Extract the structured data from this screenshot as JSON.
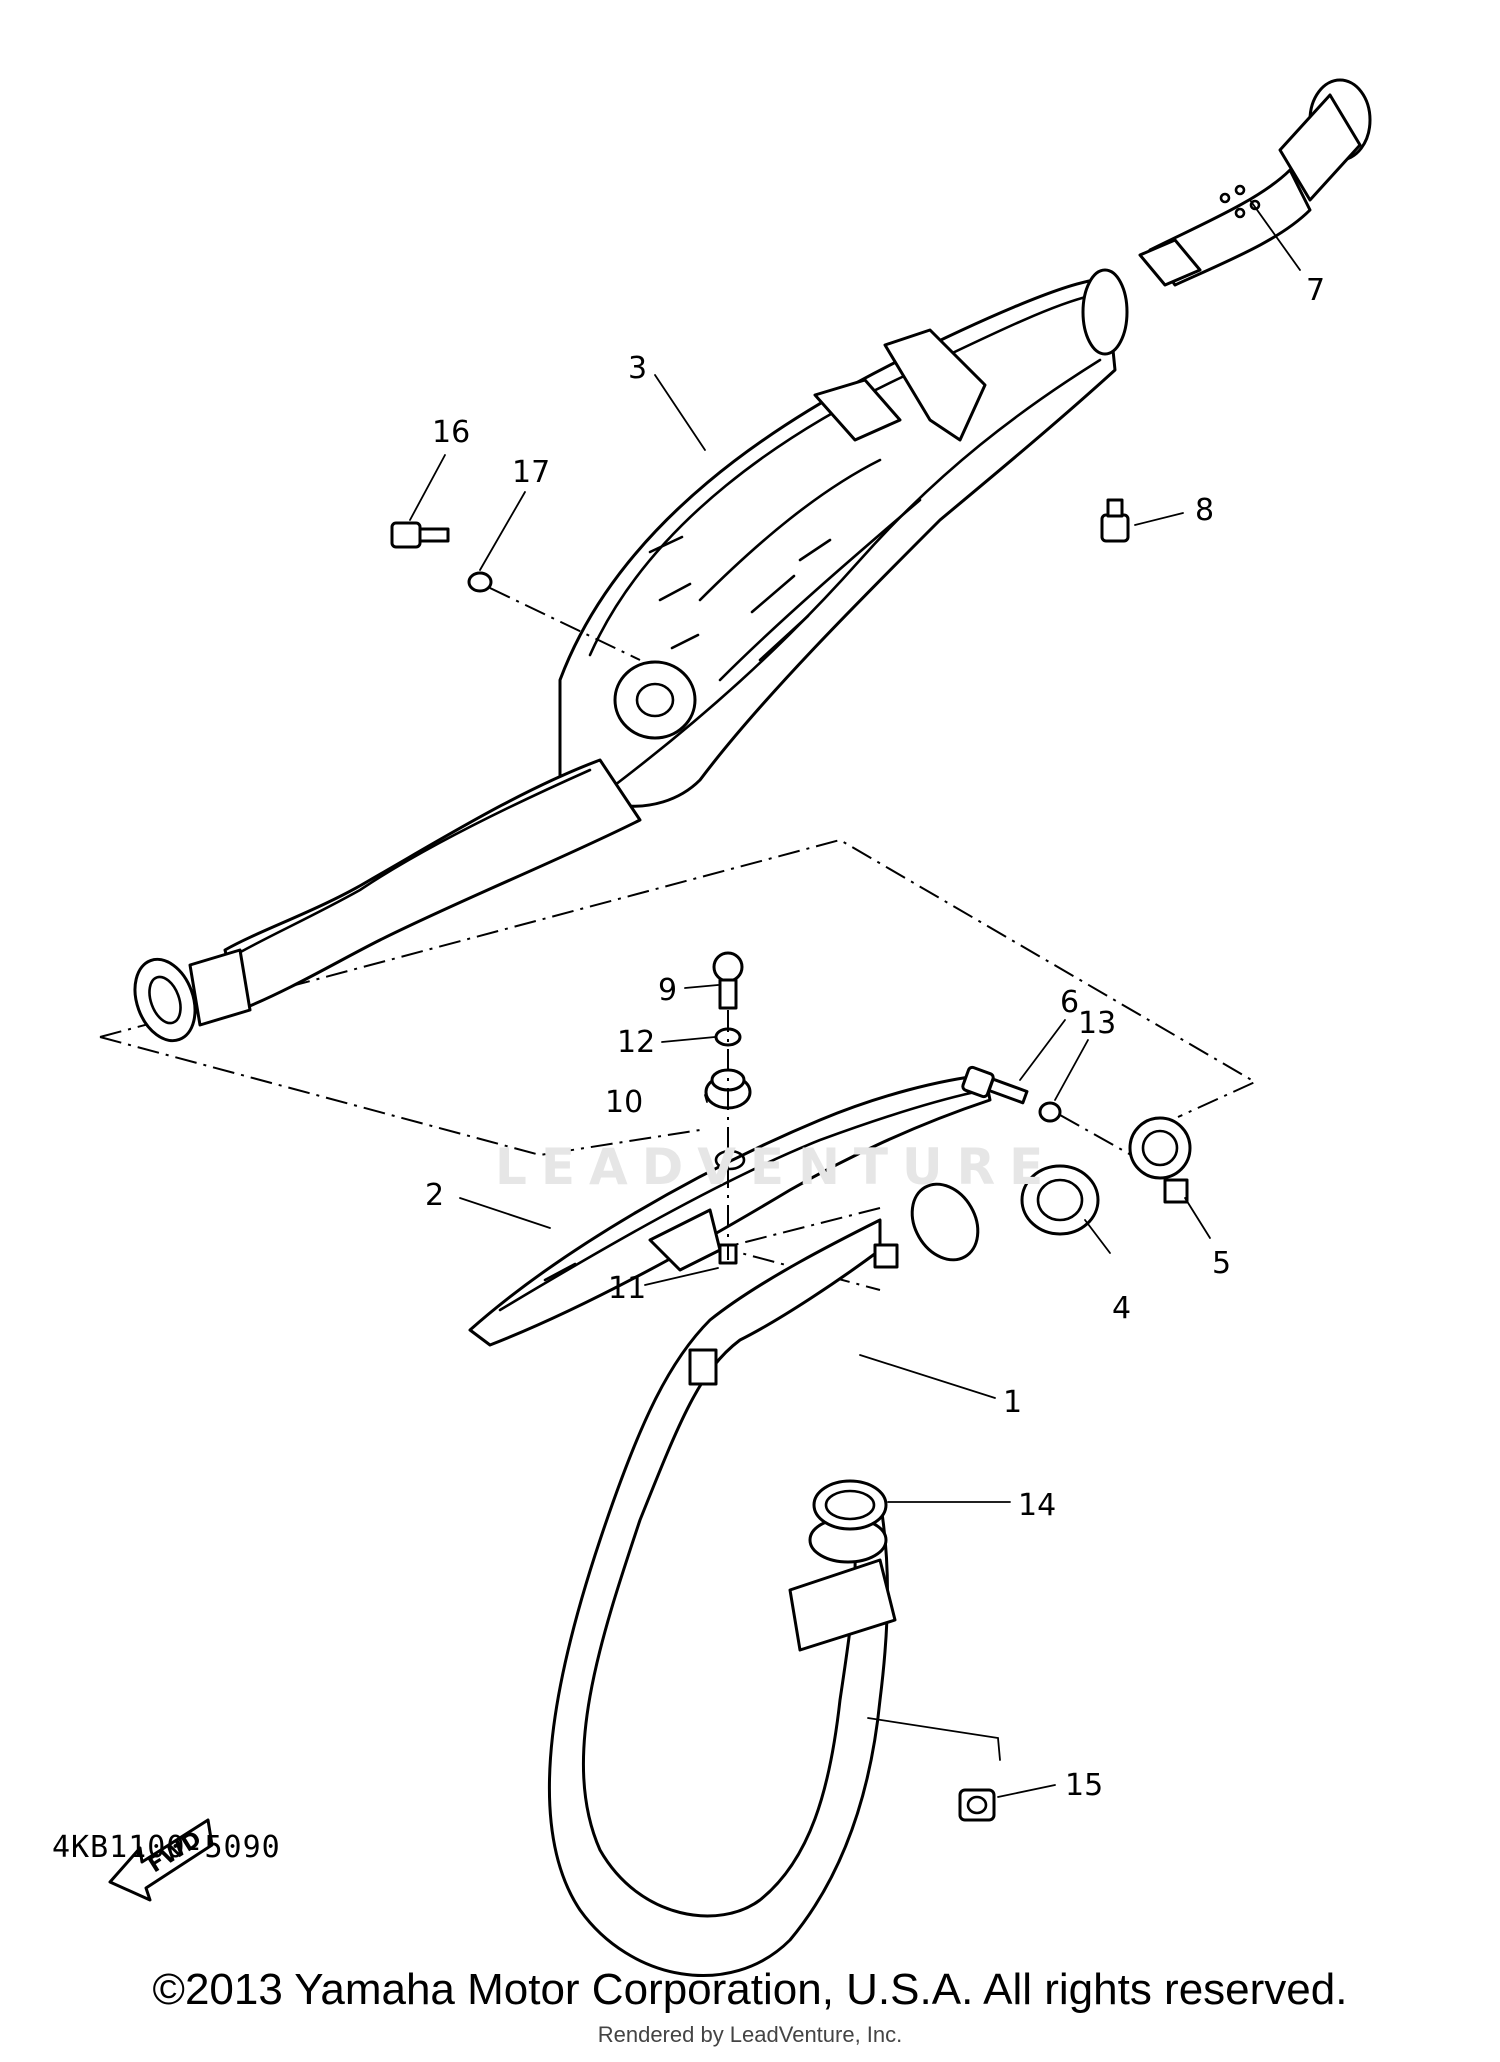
{
  "diagram": {
    "part_number": "4KB1100-5090",
    "fwd_label": "FWD",
    "copyright": "©2013 Yamaha Motor Corporation, U.S.A. All rights reserved.",
    "rendered_by": "Rendered by LeadVenture, Inc.",
    "watermark": "LEADVENTURE",
    "callouts": [
      "1",
      "2",
      "3",
      "4",
      "5",
      "6",
      "7",
      "8",
      "9",
      "10",
      "11",
      "12",
      "13",
      "14",
      "15",
      "16",
      "17"
    ]
  }
}
